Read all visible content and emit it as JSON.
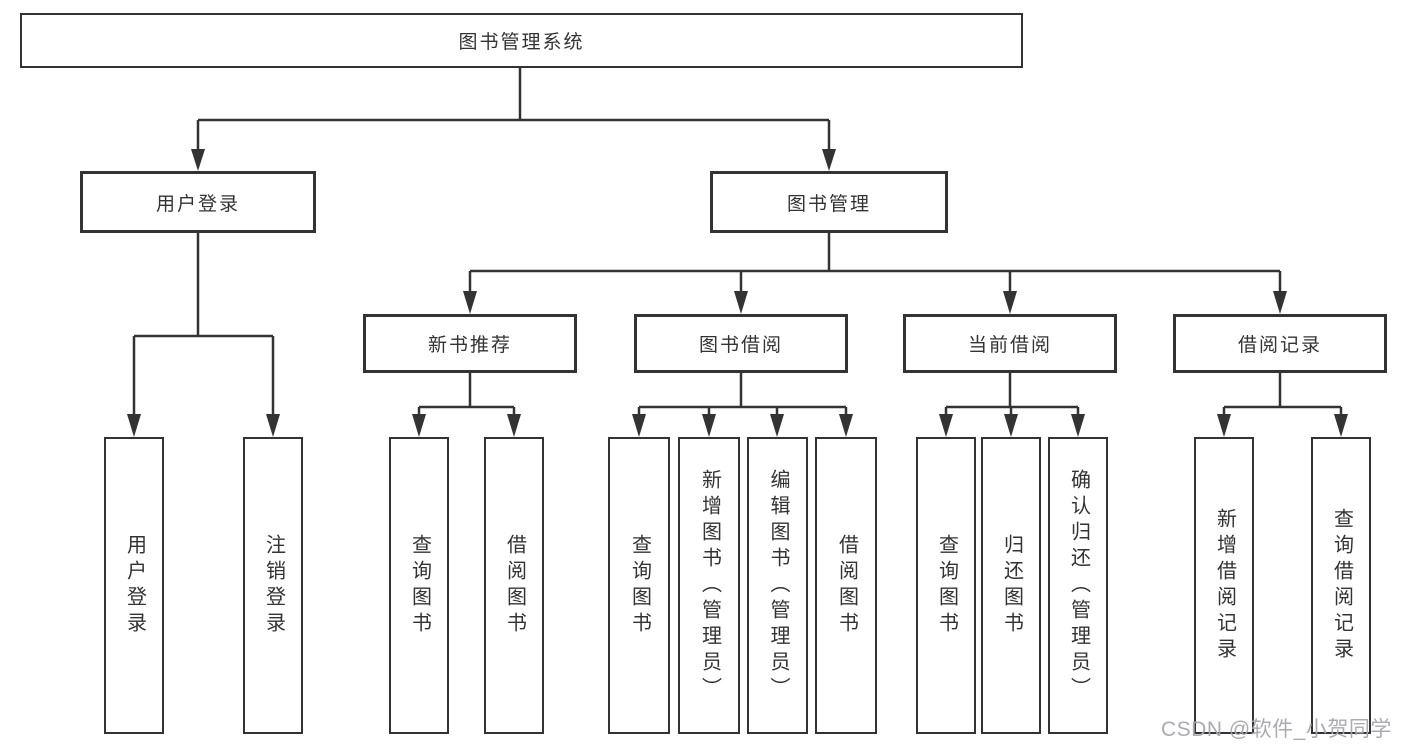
{
  "diagram": {
    "root": {
      "label": "图书管理系统"
    },
    "level2": {
      "user_login": {
        "label": "用户登录"
      },
      "book_management": {
        "label": "图书管理"
      }
    },
    "level3": {
      "new_book_recommend": {
        "label": "新书推荐"
      },
      "book_borrowing": {
        "label": "图书借阅"
      },
      "current_borrowing": {
        "label": "当前借阅"
      },
      "borrowing_records": {
        "label": "借阅记录"
      }
    },
    "leaves": {
      "user_login": {
        "label": "用户登录"
      },
      "logout": {
        "label": "注销登录"
      },
      "recommend_query_books": {
        "label": "查询图书"
      },
      "recommend_borrow_books": {
        "label": "借阅图书"
      },
      "borrowing_query_books": {
        "label": "查询图书"
      },
      "borrowing_add_books": {
        "label": "新增图书（管理员）"
      },
      "borrowing_edit_books": {
        "label": "编辑图书（管理员）"
      },
      "borrowing_borrow_books": {
        "label": "借阅图书"
      },
      "current_query_books": {
        "label": "查询图书"
      },
      "current_return_books": {
        "label": "归还图书"
      },
      "current_confirm_return": {
        "label": "确认归还（管理员）"
      },
      "records_add_record": {
        "label": "新增借阅记录"
      },
      "records_query_record": {
        "label": "查询借阅记录"
      }
    },
    "colors": {
      "line": "#333333",
      "box_border": "#333333",
      "box_fill": "#ffffff",
      "text": "#333333",
      "background": "#ffffff",
      "watermark_text": "#a5a7ac"
    }
  },
  "watermark": {
    "text": "CSDN @软件_小贺同学"
  }
}
